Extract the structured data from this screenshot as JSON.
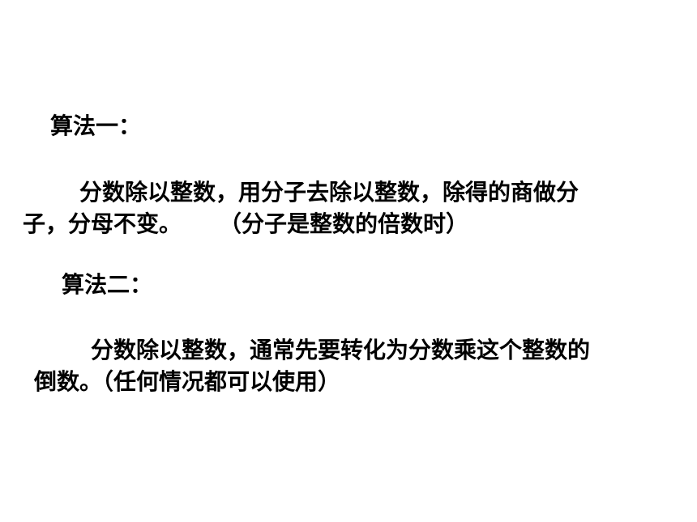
{
  "method1": {
    "title": "算法一：",
    "line1": "分数除以整数，用分子去除以整数，除得的商做分",
    "line2": "子，分母不变。",
    "note": "（分子是整数的倍数时）"
  },
  "method2": {
    "title": "算法二：",
    "line1": "分数除以整数，通常先要转化为分数乘这个整数的",
    "line2": "倒数。（任何情况都可以使用）"
  }
}
